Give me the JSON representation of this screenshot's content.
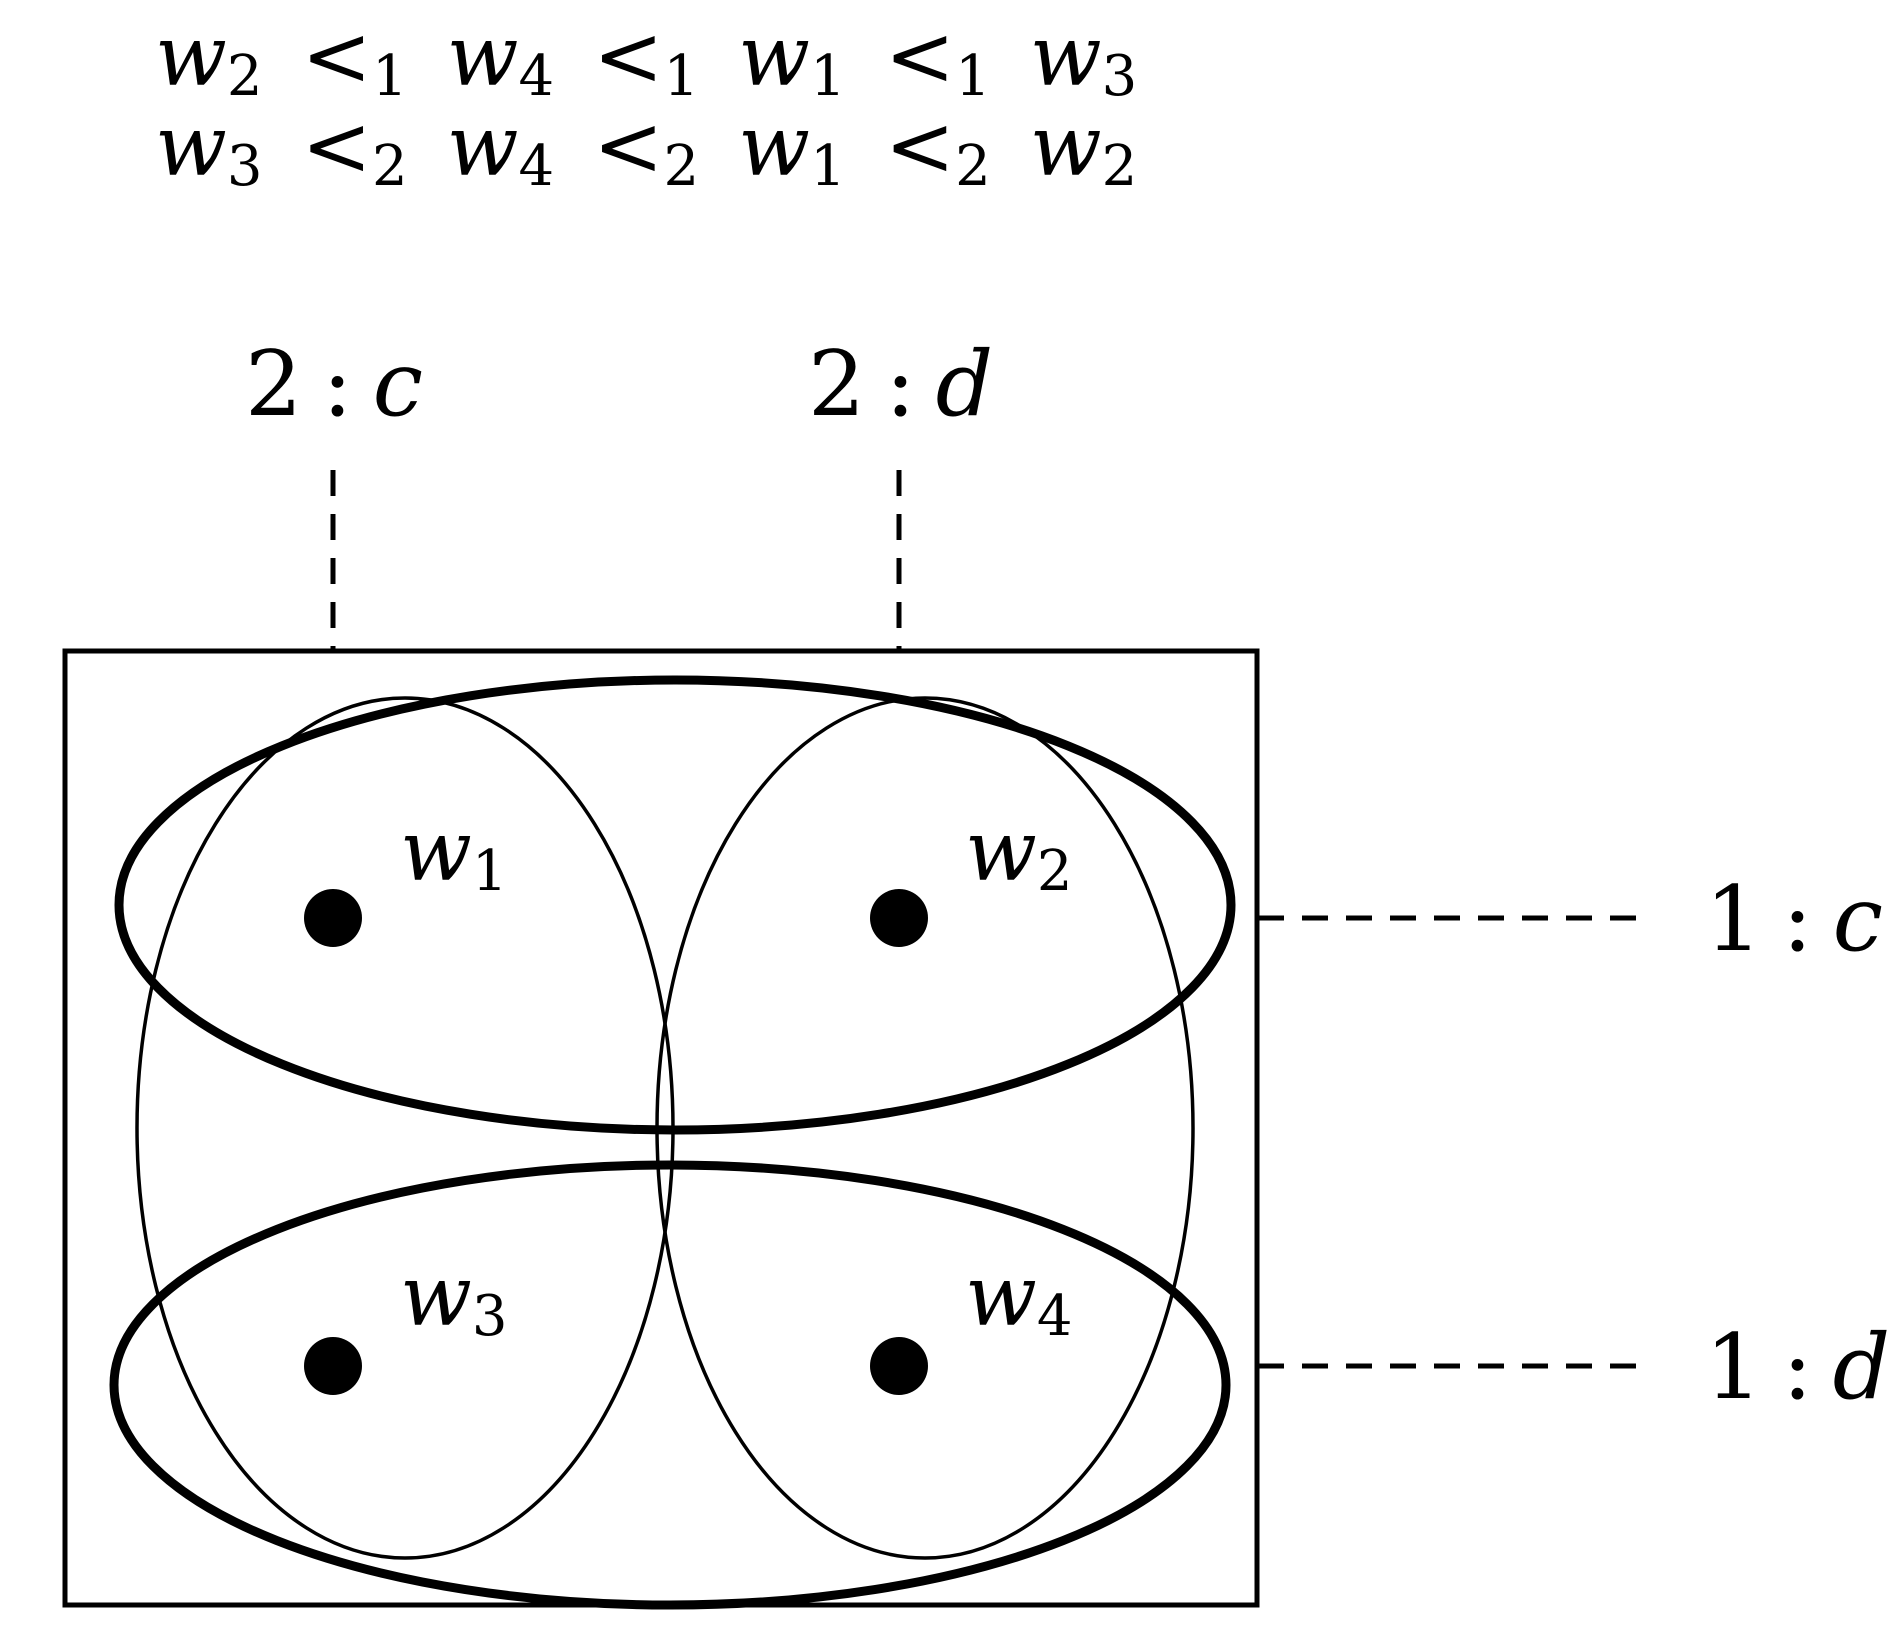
{
  "orderings": [
    {
      "worlds": [
        {
          "base": "w",
          "sub": "2"
        },
        {
          "base": "w",
          "sub": "4"
        },
        {
          "base": "w",
          "sub": "1"
        },
        {
          "base": "w",
          "sub": "3"
        }
      ],
      "relation": {
        "symbol": "<",
        "sub": "1"
      }
    },
    {
      "worlds": [
        {
          "base": "w",
          "sub": "3"
        },
        {
          "base": "w",
          "sub": "4"
        },
        {
          "base": "w",
          "sub": "1"
        },
        {
          "base": "w",
          "sub": "2"
        }
      ],
      "relation": {
        "symbol": "<",
        "sub": "2"
      }
    }
  ],
  "column_labels": [
    {
      "num": "2",
      "sep": ":",
      "var": "c"
    },
    {
      "num": "2",
      "sep": ":",
      "var": "d"
    }
  ],
  "row_labels": [
    {
      "num": "1",
      "sep": ":",
      "var": "c"
    },
    {
      "num": "1",
      "sep": ":",
      "var": "d"
    }
  ],
  "worlds": [
    {
      "base": "w",
      "sub": "1"
    },
    {
      "base": "w",
      "sub": "2"
    },
    {
      "base": "w",
      "sub": "3"
    },
    {
      "base": "w",
      "sub": "4"
    }
  ]
}
